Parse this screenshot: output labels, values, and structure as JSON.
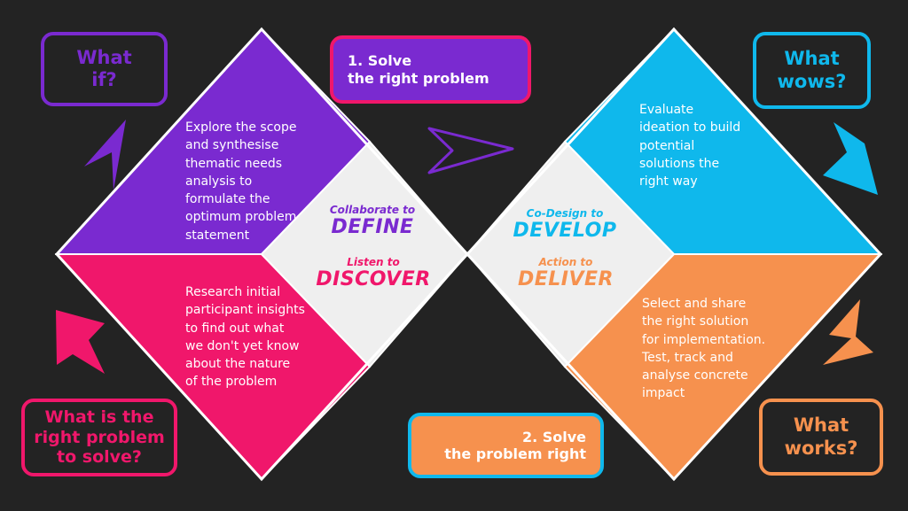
{
  "colors": {
    "background": "#232323",
    "purple": "#7a2ad0",
    "pink": "#f0176b",
    "blue": "#0fb8ec",
    "orange": "#f6914e",
    "center": "#efefef",
    "white": "#ffffff"
  },
  "questions": {
    "what_if": "What\nif?",
    "what_wows": "What\nwows?",
    "what_problem": "What is the\nright problem\nto solve?",
    "what_works": "What\nworks?"
  },
  "banners": {
    "solve_right_problem": "1. Solve\nthe right problem",
    "solve_problem_right": "2. Solve\nthe problem right"
  },
  "quadrant_text": {
    "define": "Explore the scope\nand synthesise\nthematic needs\nanalysis to\nformulate the\noptimum problem\nstatement",
    "discover": "Research initial\nparticipant insights\nto  find out what\nwe don't yet know\nabout the nature\nof the problem",
    "develop": "Evaluate\nideation to build\npotential\nsolutions the\nright way",
    "deliver": "Select and share\nthe right solution\nfor implementation.\nTest, track and\nanalyse concrete\nimpact"
  },
  "phases": {
    "define": {
      "small": "Collaborate to",
      "big": "DEFINE"
    },
    "discover": {
      "small": "Listen to",
      "big": "DISCOVER"
    },
    "develop": {
      "small": "Co-Design to",
      "big": "DEVELOP"
    },
    "deliver": {
      "small": "Action to",
      "big": "DELIVER"
    }
  },
  "icons": {
    "arrow_top_left": "arrow-up-left-icon",
    "arrow_bottom_left": "arrow-up-left-icon",
    "arrow_top_right": "arrow-down-right-icon",
    "arrow_bottom_right": "arrow-down-left-icon",
    "center_chevron": "chevron-right-icon"
  }
}
